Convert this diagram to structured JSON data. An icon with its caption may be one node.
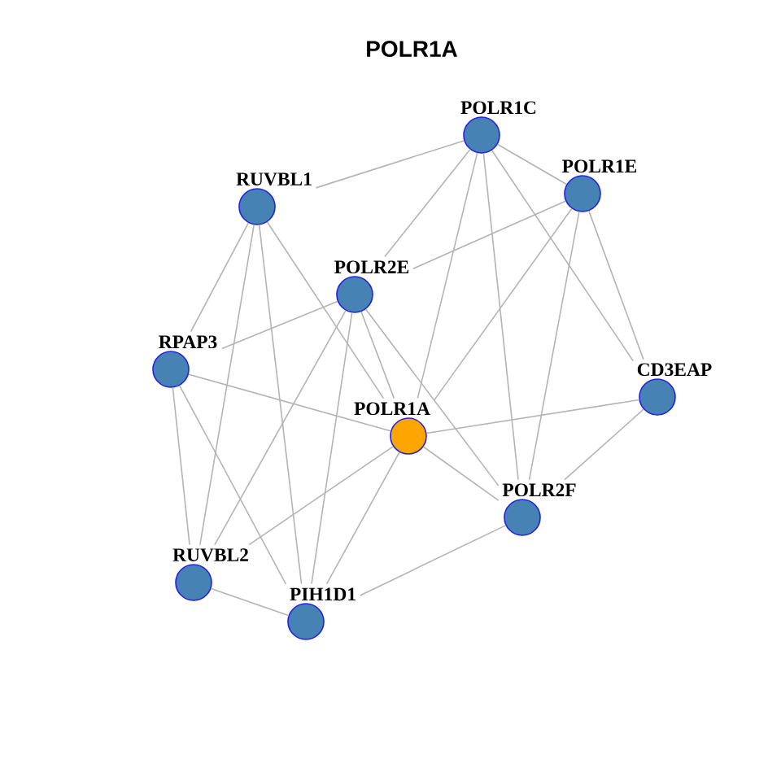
{
  "diagram": {
    "title": "POLR1A",
    "nodes": [
      {
        "text": [
          "POLR1C"
        ]
      },
      {
        "text": [
          "POLR1E"
        ]
      },
      {
        "text": [
          "RUVBL1"
        ]
      },
      {
        "text": [
          "POLR2E"
        ]
      },
      {
        "text": [
          "RPAP3"
        ]
      },
      {
        "text": [
          "CD3EAP"
        ]
      },
      {
        "text": [
          "POLR1A"
        ]
      },
      {
        "text": [
          "POLR2F"
        ]
      },
      {
        "text": [
          "RUVBL2"
        ]
      },
      {
        "text": [
          "PIH1D1"
        ]
      }
    ],
    "edges": [
      {
        "from": 0,
        "to": 2,
        "arrow": "none"
      },
      {
        "from": 0,
        "to": 1,
        "arrow": "none"
      },
      {
        "from": 0,
        "to": 3,
        "arrow": "none"
      },
      {
        "from": 0,
        "to": 6,
        "arrow": "none"
      },
      {
        "from": 0,
        "to": 7,
        "arrow": "none"
      },
      {
        "from": 0,
        "to": 5,
        "arrow": "none"
      },
      {
        "from": 1,
        "to": 3,
        "arrow": "none"
      },
      {
        "from": 1,
        "to": 6,
        "arrow": "none"
      },
      {
        "from": 1,
        "to": 7,
        "arrow": "none"
      },
      {
        "from": 1,
        "to": 5,
        "arrow": "none"
      },
      {
        "from": 2,
        "to": 4,
        "arrow": "none"
      },
      {
        "from": 2,
        "to": 8,
        "arrow": "none"
      },
      {
        "from": 2,
        "to": 9,
        "arrow": "none"
      },
      {
        "from": 2,
        "to": 6,
        "arrow": "none"
      },
      {
        "from": 3,
        "to": 4,
        "arrow": "none"
      },
      {
        "from": 3,
        "to": 8,
        "arrow": "none"
      },
      {
        "from": 3,
        "to": 9,
        "arrow": "none"
      },
      {
        "from": 3,
        "to": 6,
        "arrow": "none"
      },
      {
        "from": 3,
        "to": 7,
        "arrow": "none"
      },
      {
        "from": 4,
        "to": 6,
        "arrow": "none"
      },
      {
        "from": 4,
        "to": 8,
        "arrow": "none"
      },
      {
        "from": 4,
        "to": 9,
        "arrow": "none"
      },
      {
        "from": 6,
        "to": 5,
        "arrow": "none"
      },
      {
        "from": 6,
        "to": 7,
        "arrow": "none"
      },
      {
        "from": 6,
        "to": 8,
        "arrow": "none"
      },
      {
        "from": 6,
        "to": 9,
        "arrow": "none"
      },
      {
        "from": 7,
        "to": 5,
        "arrow": "none"
      },
      {
        "from": 7,
        "to": 9,
        "arrow": "none"
      },
      {
        "from": 8,
        "to": 9,
        "arrow": "none"
      }
    ]
  }
}
